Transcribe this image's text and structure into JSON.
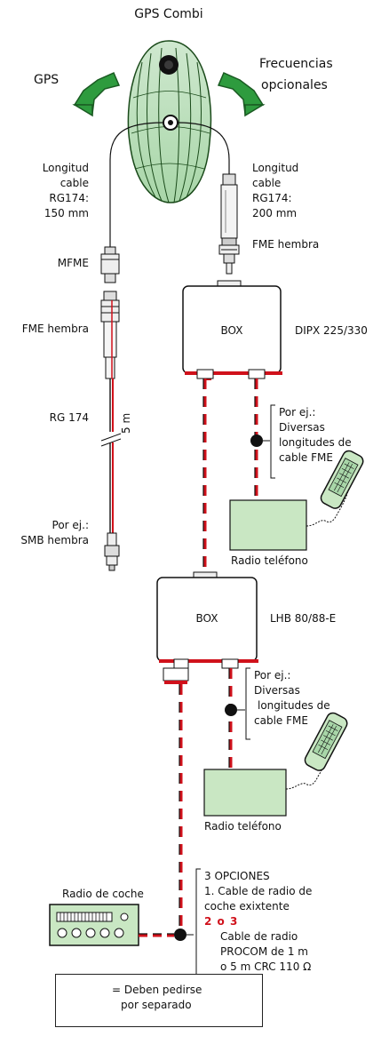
{
  "title": "GPS Combi",
  "arrows": {
    "left_label": "GPS",
    "right_label_line1": "Frecuencias",
    "right_label_line2": "opcionales",
    "arrow_color": "#2e9b3e"
  },
  "left_cable": {
    "length_l1": "Longitud",
    "length_l2": "cable",
    "length_l3": "RG174:",
    "length_l4": "150 mm",
    "connector_top": "MFME",
    "connector_fme": "FME hembra",
    "cable_type": "RG 174",
    "cable_length": "5 m",
    "end_l1": "Por ej.:",
    "end_l2": "SMB hembra"
  },
  "right_cable": {
    "length_l1": "Longitud",
    "length_l2": "cable",
    "length_l3": "RG174:",
    "length_l4": "200 mm",
    "connector": "FME hembra"
  },
  "box1": {
    "label": "BOX",
    "model": "DIPX 225/330",
    "note_l1": "Por ej.:",
    "note_l2": "Diversas",
    "note_l3": "longitudes de",
    "note_l4": "cable FME",
    "radio": "Radio teléfono"
  },
  "box2": {
    "label": "BOX",
    "model": "LHB 80/88-E",
    "note_l1": "Por ej.:",
    "note_l2": "Diversas",
    "note_l3": "longitudes de",
    "note_l4": "cable FME",
    "radio": "Radio teléfono"
  },
  "car_radio": {
    "label": "Radio de coche",
    "options_l1": "3 OPCIONES",
    "options_l2": "1. Cable de radio de",
    "options_l3": "coche exixtente",
    "options_l4": "2 o 3",
    "options_l5": "Cable de radio",
    "options_l6": "PROCOM de 1 m",
    "options_l7": "o 5 m CRC 110 Ω"
  },
  "legend": {
    "line1": "= Deben pedirse",
    "line2": "por separado",
    "accent_color": "#d0111b"
  }
}
